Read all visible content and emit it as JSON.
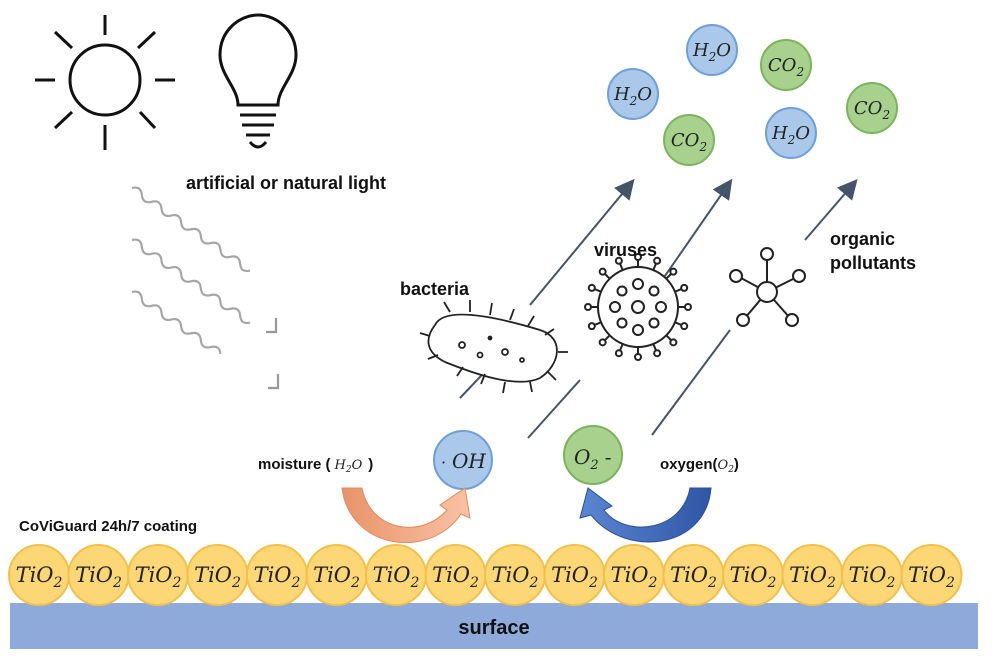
{
  "labels": {
    "light": "artificial or natural light",
    "bacteria": "bacteria",
    "viruses": "viruses",
    "organic_line1": "organic",
    "organic_line2": "pollutants",
    "moisture": "moisture (",
    "moisture_formula": "H",
    "moisture_sub": "2",
    "moisture_formula_tail": "O",
    "moisture_close": ")",
    "oxygen": "oxygen(",
    "oxygen_formula": "O",
    "oxygen_sub": "2",
    "oxygen_close": ")",
    "coating": "CoViGuard 24h/7 coating",
    "surface": "surface"
  },
  "radicals": {
    "hydroxyl_dot": "·",
    "hydroxyl": "OH",
    "superoxide": "O",
    "superoxide_sub": "2",
    "superoxide_charge": "-"
  },
  "products": [
    {
      "formula": "H",
      "sub": "2",
      "tail": "O",
      "kind": "water"
    },
    {
      "formula": "H",
      "sub": "2",
      "tail": "O",
      "kind": "water"
    },
    {
      "formula": "CO",
      "sub": "2",
      "tail": "",
      "kind": "carbon-dioxide"
    },
    {
      "formula": "CO",
      "sub": "2",
      "tail": "",
      "kind": "carbon-dioxide"
    },
    {
      "formula": "H",
      "sub": "2",
      "tail": "O",
      "kind": "water"
    },
    {
      "formula": "CO",
      "sub": "2",
      "tail": "",
      "kind": "carbon-dioxide"
    }
  ],
  "particles": {
    "label": "Ti",
    "sub": "O",
    "sub2": "2",
    "count": 16
  },
  "colors": {
    "water_fill": "#a9c8ea",
    "water_stroke": "#6f9fd6",
    "co2_fill": "#a9d18e",
    "co2_stroke": "#7cb35d",
    "tio2_fill": "#fdd775",
    "tio2_stroke": "#f2c04c",
    "surface_fill": "#8eaadb",
    "moisture_arrow": "#f4a67d",
    "oxygen_arrow": "#3d66b8",
    "trajectory": "#44546a"
  },
  "icons": [
    "sun-icon",
    "light-bulb-icon",
    "light-wave-icon",
    "bacteria-icon",
    "virus-icon",
    "organic-molecule-icon"
  ]
}
